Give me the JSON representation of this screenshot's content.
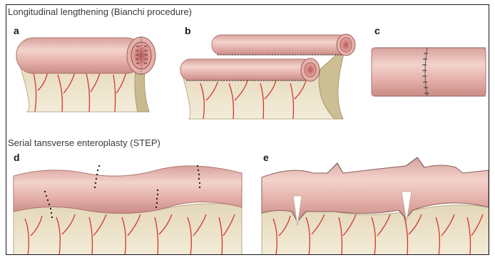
{
  "headings": {
    "bianchi": "Longitudinal lengthening (Bianchi procedure)",
    "step": "Serial tansverse enteroplasty (STEP)"
  },
  "panels": {
    "a": "a",
    "b": "b",
    "c": "c",
    "d": "d",
    "e": "e"
  },
  "colors": {
    "bowel": "#e9b9b3",
    "bowel_shadow": "#c98c86",
    "bowel_highlight": "#f6d8d2",
    "mesentery": "#ece2c8",
    "mesentery_edge": "#b9ac8a",
    "vessel": "#d2362f",
    "staple": "#333333"
  }
}
